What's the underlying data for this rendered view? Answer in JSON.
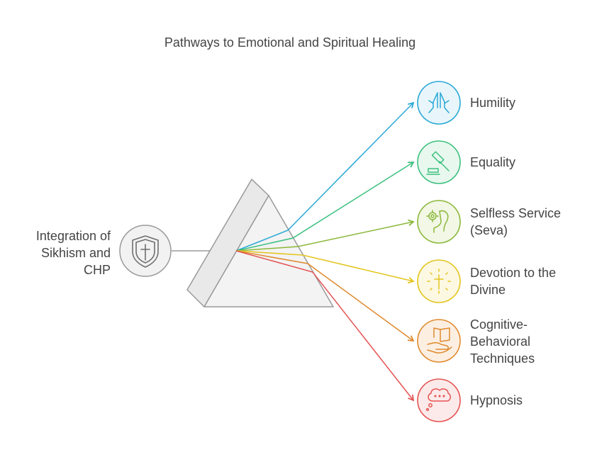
{
  "title": "Pathways to Emotional and Spiritual Healing",
  "source": {
    "label": "Integration of Sikhism and CHP",
    "icon": "shield-cross-icon"
  },
  "outputs": [
    {
      "label": "Humility",
      "icon": "praying-hands-icon",
      "color": "#2aa8d6"
    },
    {
      "label": "Equality",
      "icon": "gavel-icon",
      "color": "#3cc07e"
    },
    {
      "label": "Selfless Service (Seva)",
      "icon": "gear-hand-icon",
      "color": "#8bb83a"
    },
    {
      "label": "Devotion to the Divine",
      "icon": "radiant-cross-icon",
      "color": "#e3c51e"
    },
    {
      "label": "Cognitive-Behavioral Techniques",
      "icon": "book-in-hand-icon",
      "color": "#e08a2f"
    },
    {
      "label": "Hypnosis",
      "icon": "thought-bubble-icon",
      "color": "#e55353"
    }
  ]
}
